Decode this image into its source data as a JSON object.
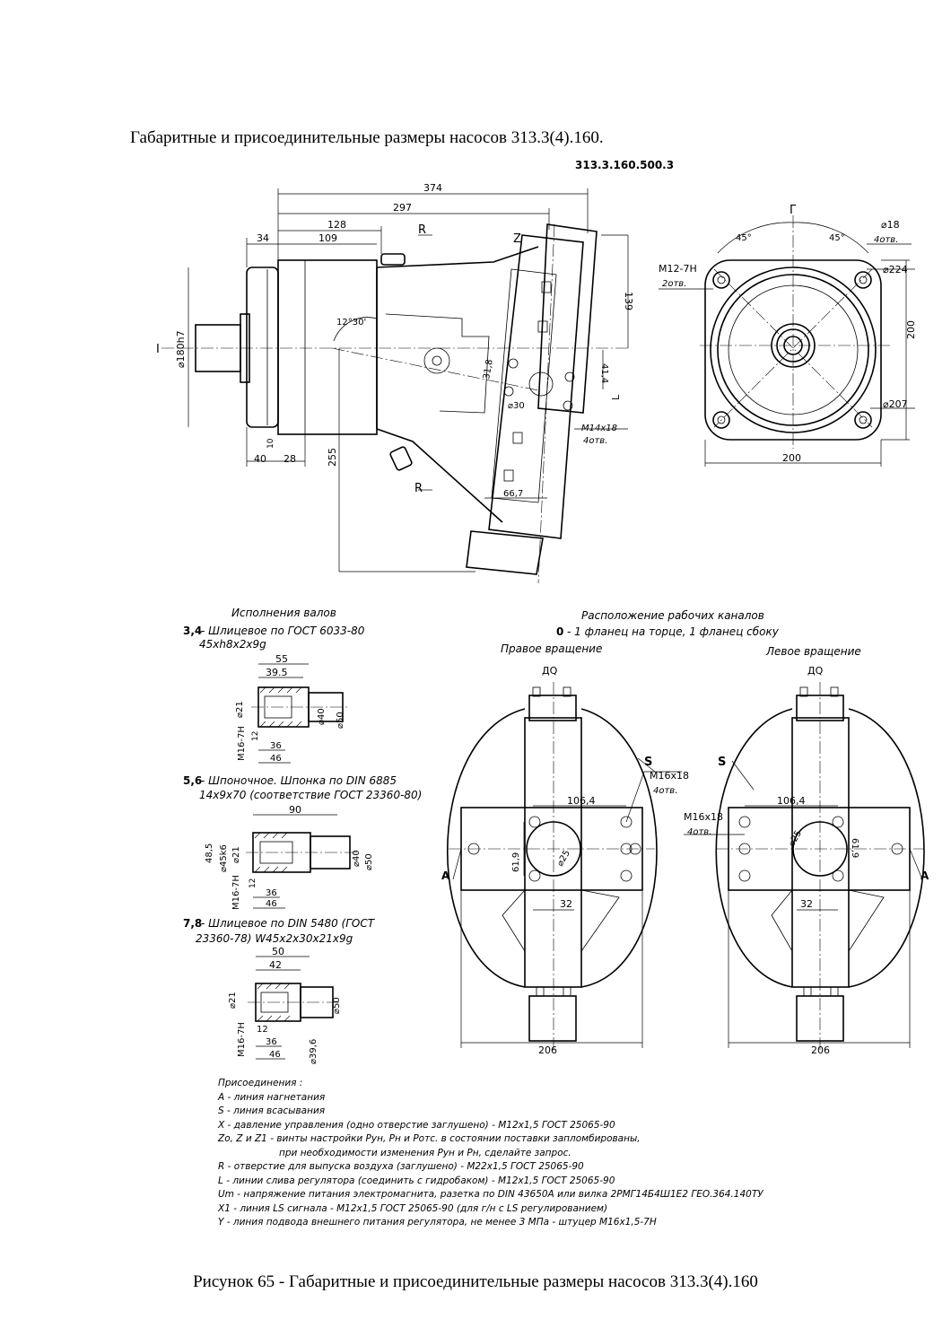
{
  "heading": "Габаритные и присоединительные размеры насосов 313.3(4).160.",
  "drawing_number": "313.3.160.500.3",
  "caption": "Рисунок 65 - Габаритные и присоединительные размеры насосов 313.3(4).160",
  "side_view": {
    "dims": [
      "374",
      "297",
      "128",
      "109",
      "34",
      "139",
      "⌀180h7",
      "12°30'",
      "31,8",
      "⌀30",
      "41,4",
      "M14x18",
      "4отв.",
      "255",
      "40",
      "28",
      "10",
      "66,7"
    ],
    "labels": [
      "R",
      "Z",
      "I",
      "L",
      "R"
    ]
  },
  "front_view": {
    "dims": [
      "45°",
      "45°",
      "⌀18",
      "4отв.",
      "M12-7H",
      "2отв.",
      "⌀224",
      "200",
      "⌀207",
      "200"
    ],
    "labels": [
      "Г"
    ]
  },
  "shafts": {
    "title": "Исполнения валов",
    "v34": {
      "num": "3,4",
      "desc": " - Шлицевое по ГОСТ 6033-80",
      "spec": "45xh8x2x9g",
      "dims": [
        "55",
        "39.5",
        "⌀21",
        "⌀40",
        "⌀50",
        "M16-7H",
        "12",
        "36",
        "46"
      ]
    },
    "v56": {
      "num": "5,6",
      "desc": " - Шпоночное. Шпонка по DIN 6885",
      "spec": "14x9x70 (соответствие ГОСТ 23360-80)",
      "dims": [
        "90",
        "48,5",
        "⌀45k6",
        "⌀21",
        "⌀40",
        "⌀50",
        "M16-7H",
        "12",
        "36",
        "46"
      ]
    },
    "v78": {
      "num": "7,8",
      "desc": "- Шлицевое по DIN 5480 (ГОСТ",
      "spec": "23360-78) W45x2x30x21x9g",
      "dims": [
        "50",
        "42",
        "⌀21",
        "⌀50",
        "M16-7H",
        "12",
        "36",
        "46",
        "⌀39,6"
      ]
    }
  },
  "channels": {
    "title": "Расположение рабочих каналов",
    "variant_num": "0",
    "variant_desc": " - 1 фланец на торце, 1 фланец сбоку",
    "right": {
      "title": "Правое вращение",
      "port_label": "ДQ",
      "dims": [
        "S",
        "M16x18",
        "4отв.",
        "106,4",
        "⌀25",
        "61,9",
        "32",
        "A",
        "206"
      ]
    },
    "left": {
      "title": "Левое вращение",
      "port_label": "ДQ",
      "dims": [
        "S",
        "M16x18",
        "4отв.",
        "106,4",
        "⌀25",
        "61,9",
        "32",
        "A",
        "206"
      ]
    }
  },
  "legend": {
    "title": "Присоединения :",
    "lines": [
      "A - линия нагнетания",
      "S - линия всасывания",
      "X - давление управления (одно отверстие заглушено) - M12x1,5 ГОСТ 25065-90",
      "Zо, Z и Z1 - винты настройки Pун, Pн и Pотс. в состоянии поставки запломбированы,",
      "при необходимости изменения  Pун и Pн, сделайте запрос.",
      "R - отверстие для выпуска воздуха (заглушено) - M22x1,5 ГОСТ 25065-90",
      "L - линии слива регулятора (соединить с гидробаком) - M12x1,5 ГОСТ 25065-90",
      "Um - напряжение питания электромагнита, разетка по DIN 43650А или вилка 2РМГ14Б4Ш1Е2 ГЕО.364.140ТУ",
      "X1 - линия LS сигнала - M12x1,5 ГОСТ 25065-90 (для г/н с LS регулированием)",
      "Y - линия подвода внешнего питания регулятора, не менее 3 МПа - штуцер M16x1,5-7H"
    ]
  }
}
